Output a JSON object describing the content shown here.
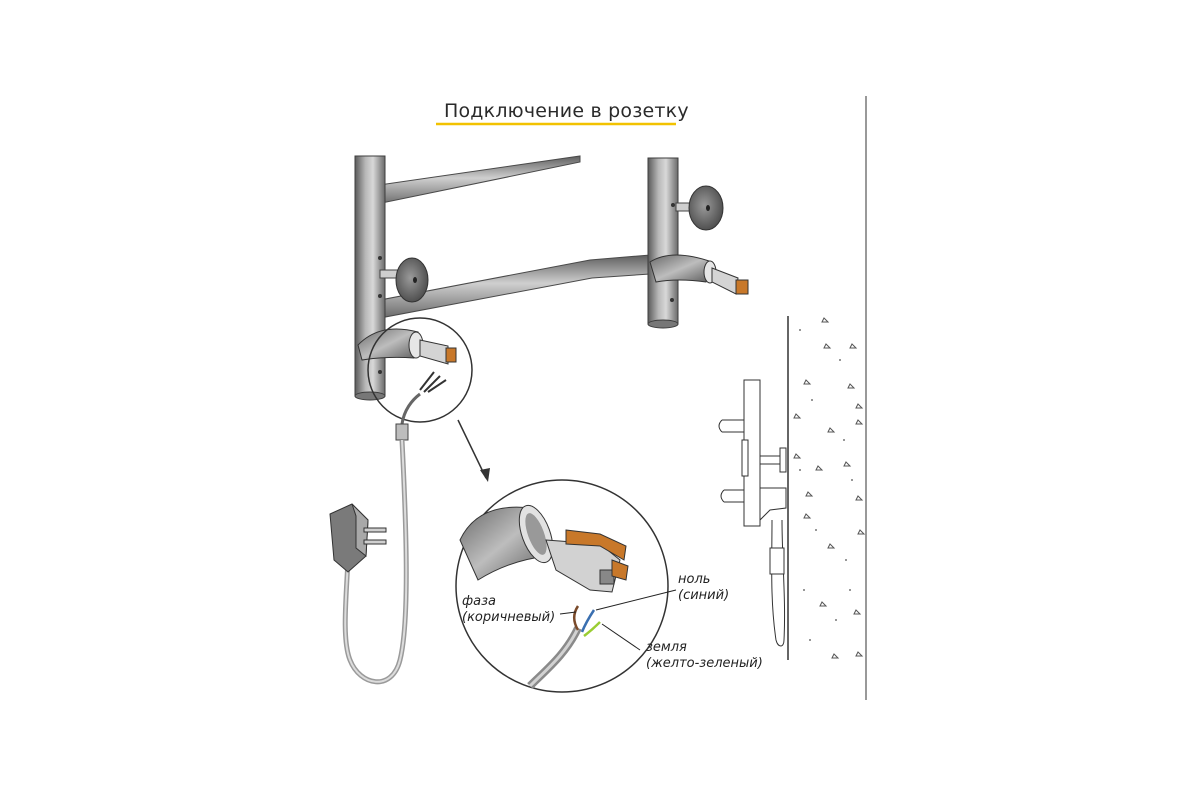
{
  "title": "Подключение в розетку",
  "labels": {
    "phase_name": "фаза",
    "phase_color": "(коричневый)",
    "neutral_name": "ноль",
    "neutral_color": "(синий)",
    "ground_name": "земля",
    "ground_color": "(желто-зеленый)"
  },
  "colors": {
    "title_underline": "#f2c200",
    "pipe": "#8a8a8a",
    "wire_brown": "#7a4a2a",
    "wire_blue": "#3a6fb0",
    "wire_yellow_green": "#9acd32",
    "connector_orange": "#c8782a"
  }
}
